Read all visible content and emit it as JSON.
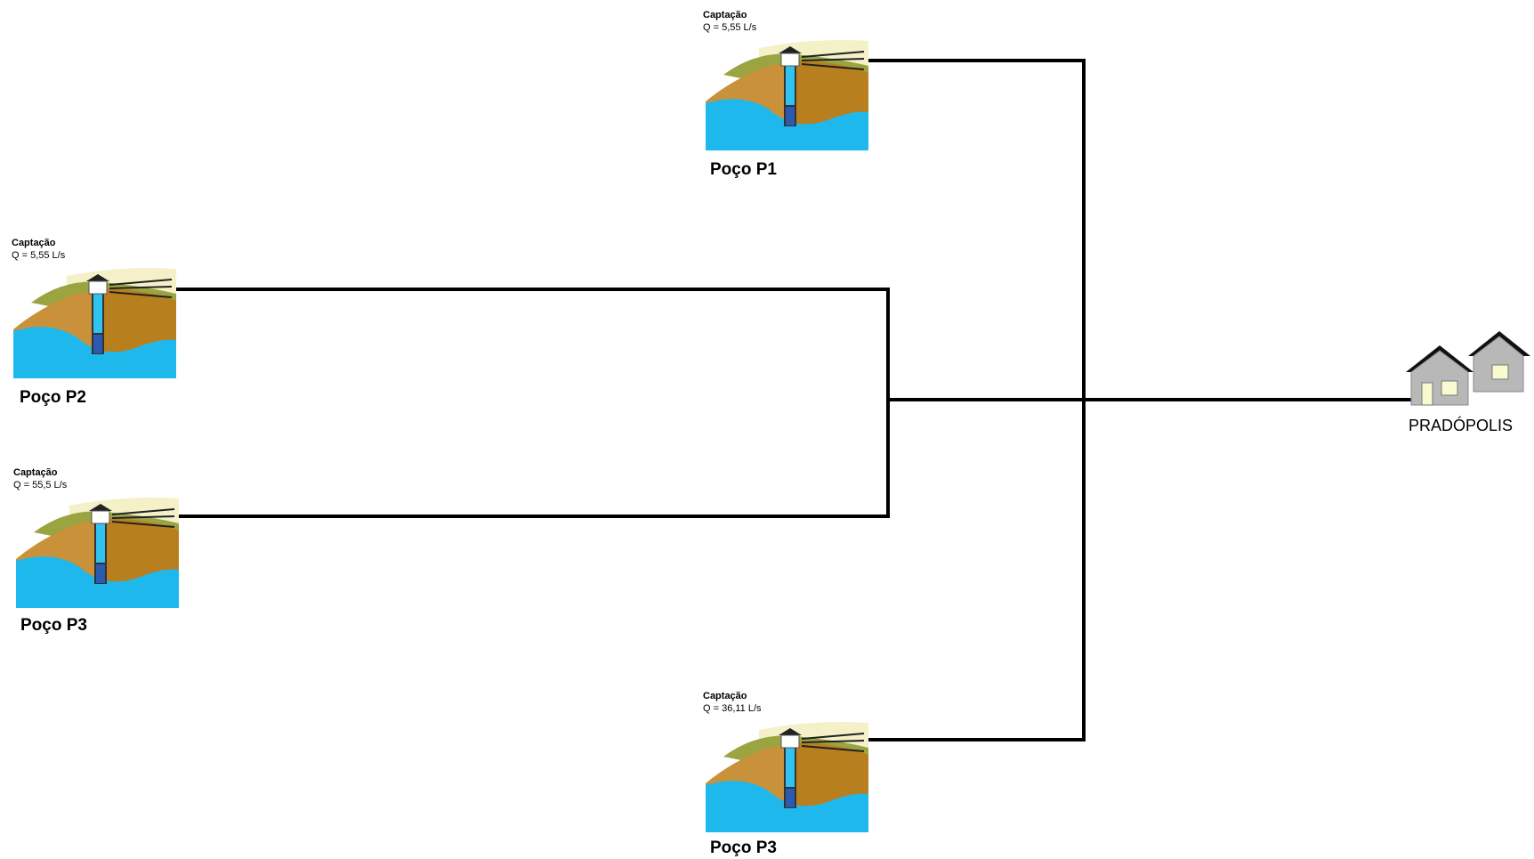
{
  "wells": [
    {
      "id": "p1-top",
      "label": "Captação",
      "flow": "Q = 5,55 L/s",
      "name": "Poço P1"
    },
    {
      "id": "p2-left",
      "label": "Captação",
      "flow": "Q = 5,55 L/s",
      "name": "Poço P2"
    },
    {
      "id": "p3-left",
      "label": "Captação",
      "flow": "Q = 55,5 L/s",
      "name": "Poço P3"
    },
    {
      "id": "p3-bottom",
      "label": "Captação",
      "flow": "Q = 36,11 L/s",
      "name": "Poço P3"
    }
  ],
  "destination": {
    "name": "PRADÓPOLIS"
  },
  "colors": {
    "pipe": "#000000",
    "water": "#1fb8ec",
    "soil": "#c8913a",
    "soil_dark": "#b87f1e",
    "grass": "#9aa441",
    "sky": "#f4f0c8",
    "house_gray": "#b8b8b8",
    "house_window": "#fafad0"
  }
}
